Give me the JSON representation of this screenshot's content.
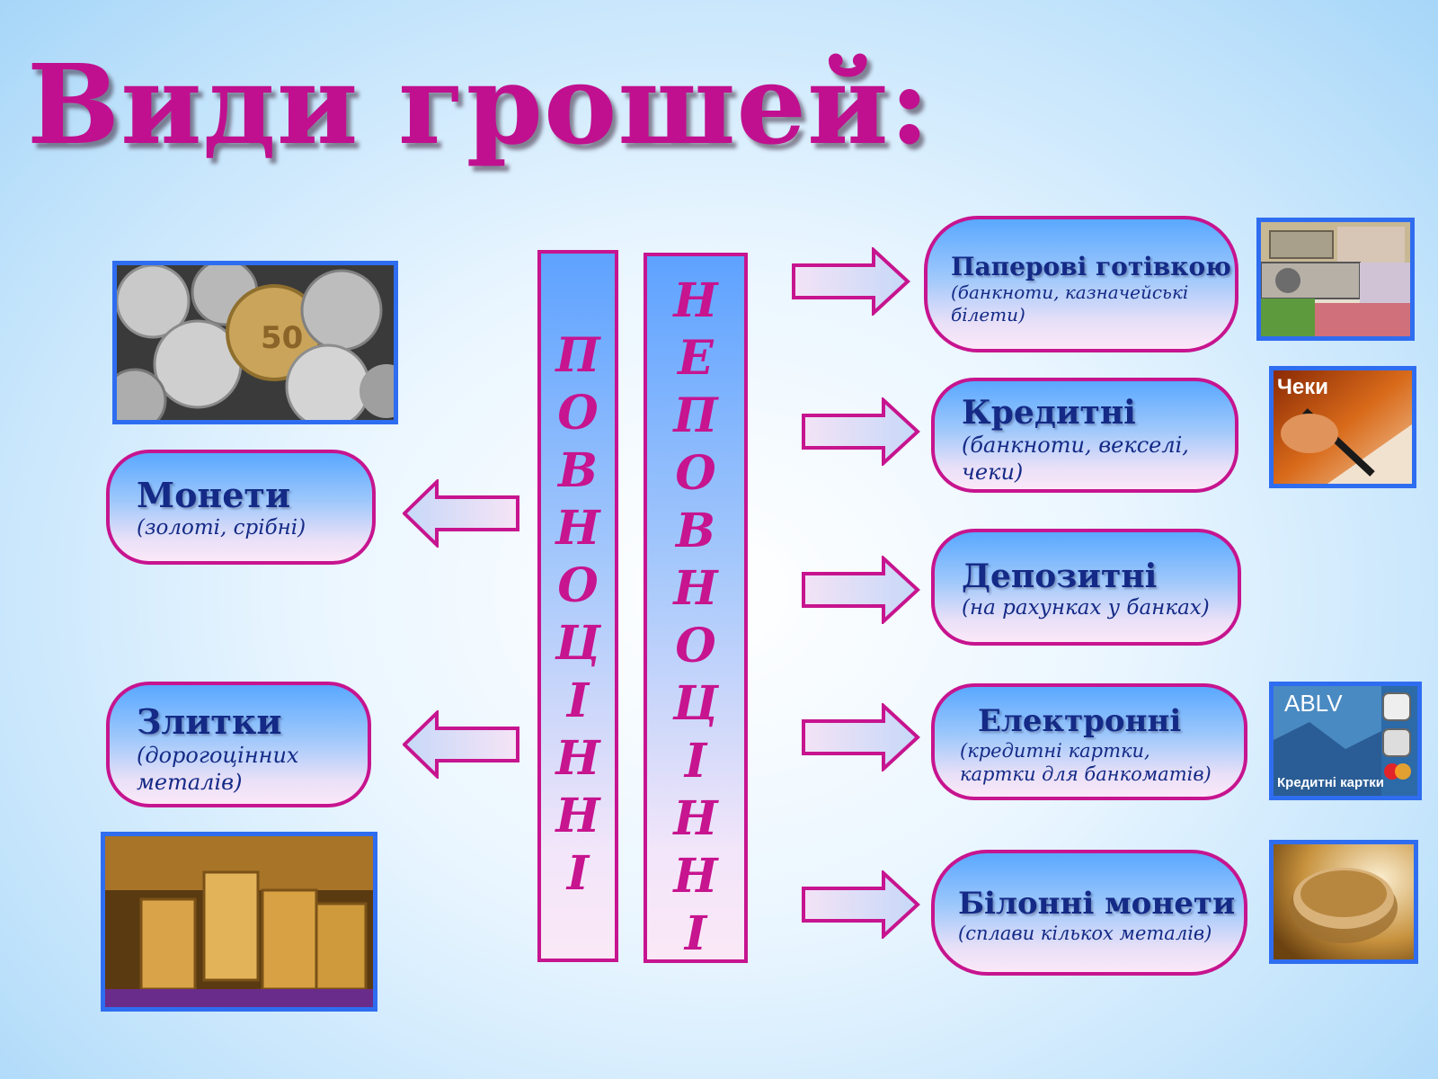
{
  "title": "Види грошей:",
  "columns": {
    "full": "ПОВНОЦІННІ",
    "partial": "НЕПОВНОЦІННІ"
  },
  "left_boxes": [
    {
      "heading": "Монети",
      "sub": "(золоті, срібні)"
    },
    {
      "heading": "Злитки",
      "sub": "(дорогоцінних металів)"
    }
  ],
  "right_boxes": [
    {
      "heading": "Паперові готівкою",
      "sub": "(банкноти, казначейські білети)"
    },
    {
      "heading": "Кредитні",
      "sub": "(банкноти, векселі, чеки)"
    },
    {
      "heading": "Депозитні",
      "sub": "(на рахунках у банках)"
    },
    {
      "heading": "Електронні",
      "sub": "(кредитні картки, картки для банкоматів)"
    },
    {
      "heading": "Білонні монети",
      "sub": "(сплави кількох металів)"
    }
  ],
  "picture_labels": {
    "checks": "Чеки",
    "cards_brand": "ABLV",
    "cards_text": "Кредитні картки"
  },
  "colors": {
    "accent": "#c7148f",
    "frame": "#2f6df0",
    "text": "#142a86"
  },
  "icons": [
    "coins-photo",
    "gold-bars-photo",
    "banknotes-photo",
    "checks-photo",
    "credit-cards-photo",
    "coin-stack-photo",
    "arrow-right-icon",
    "arrow-left-icon"
  ]
}
